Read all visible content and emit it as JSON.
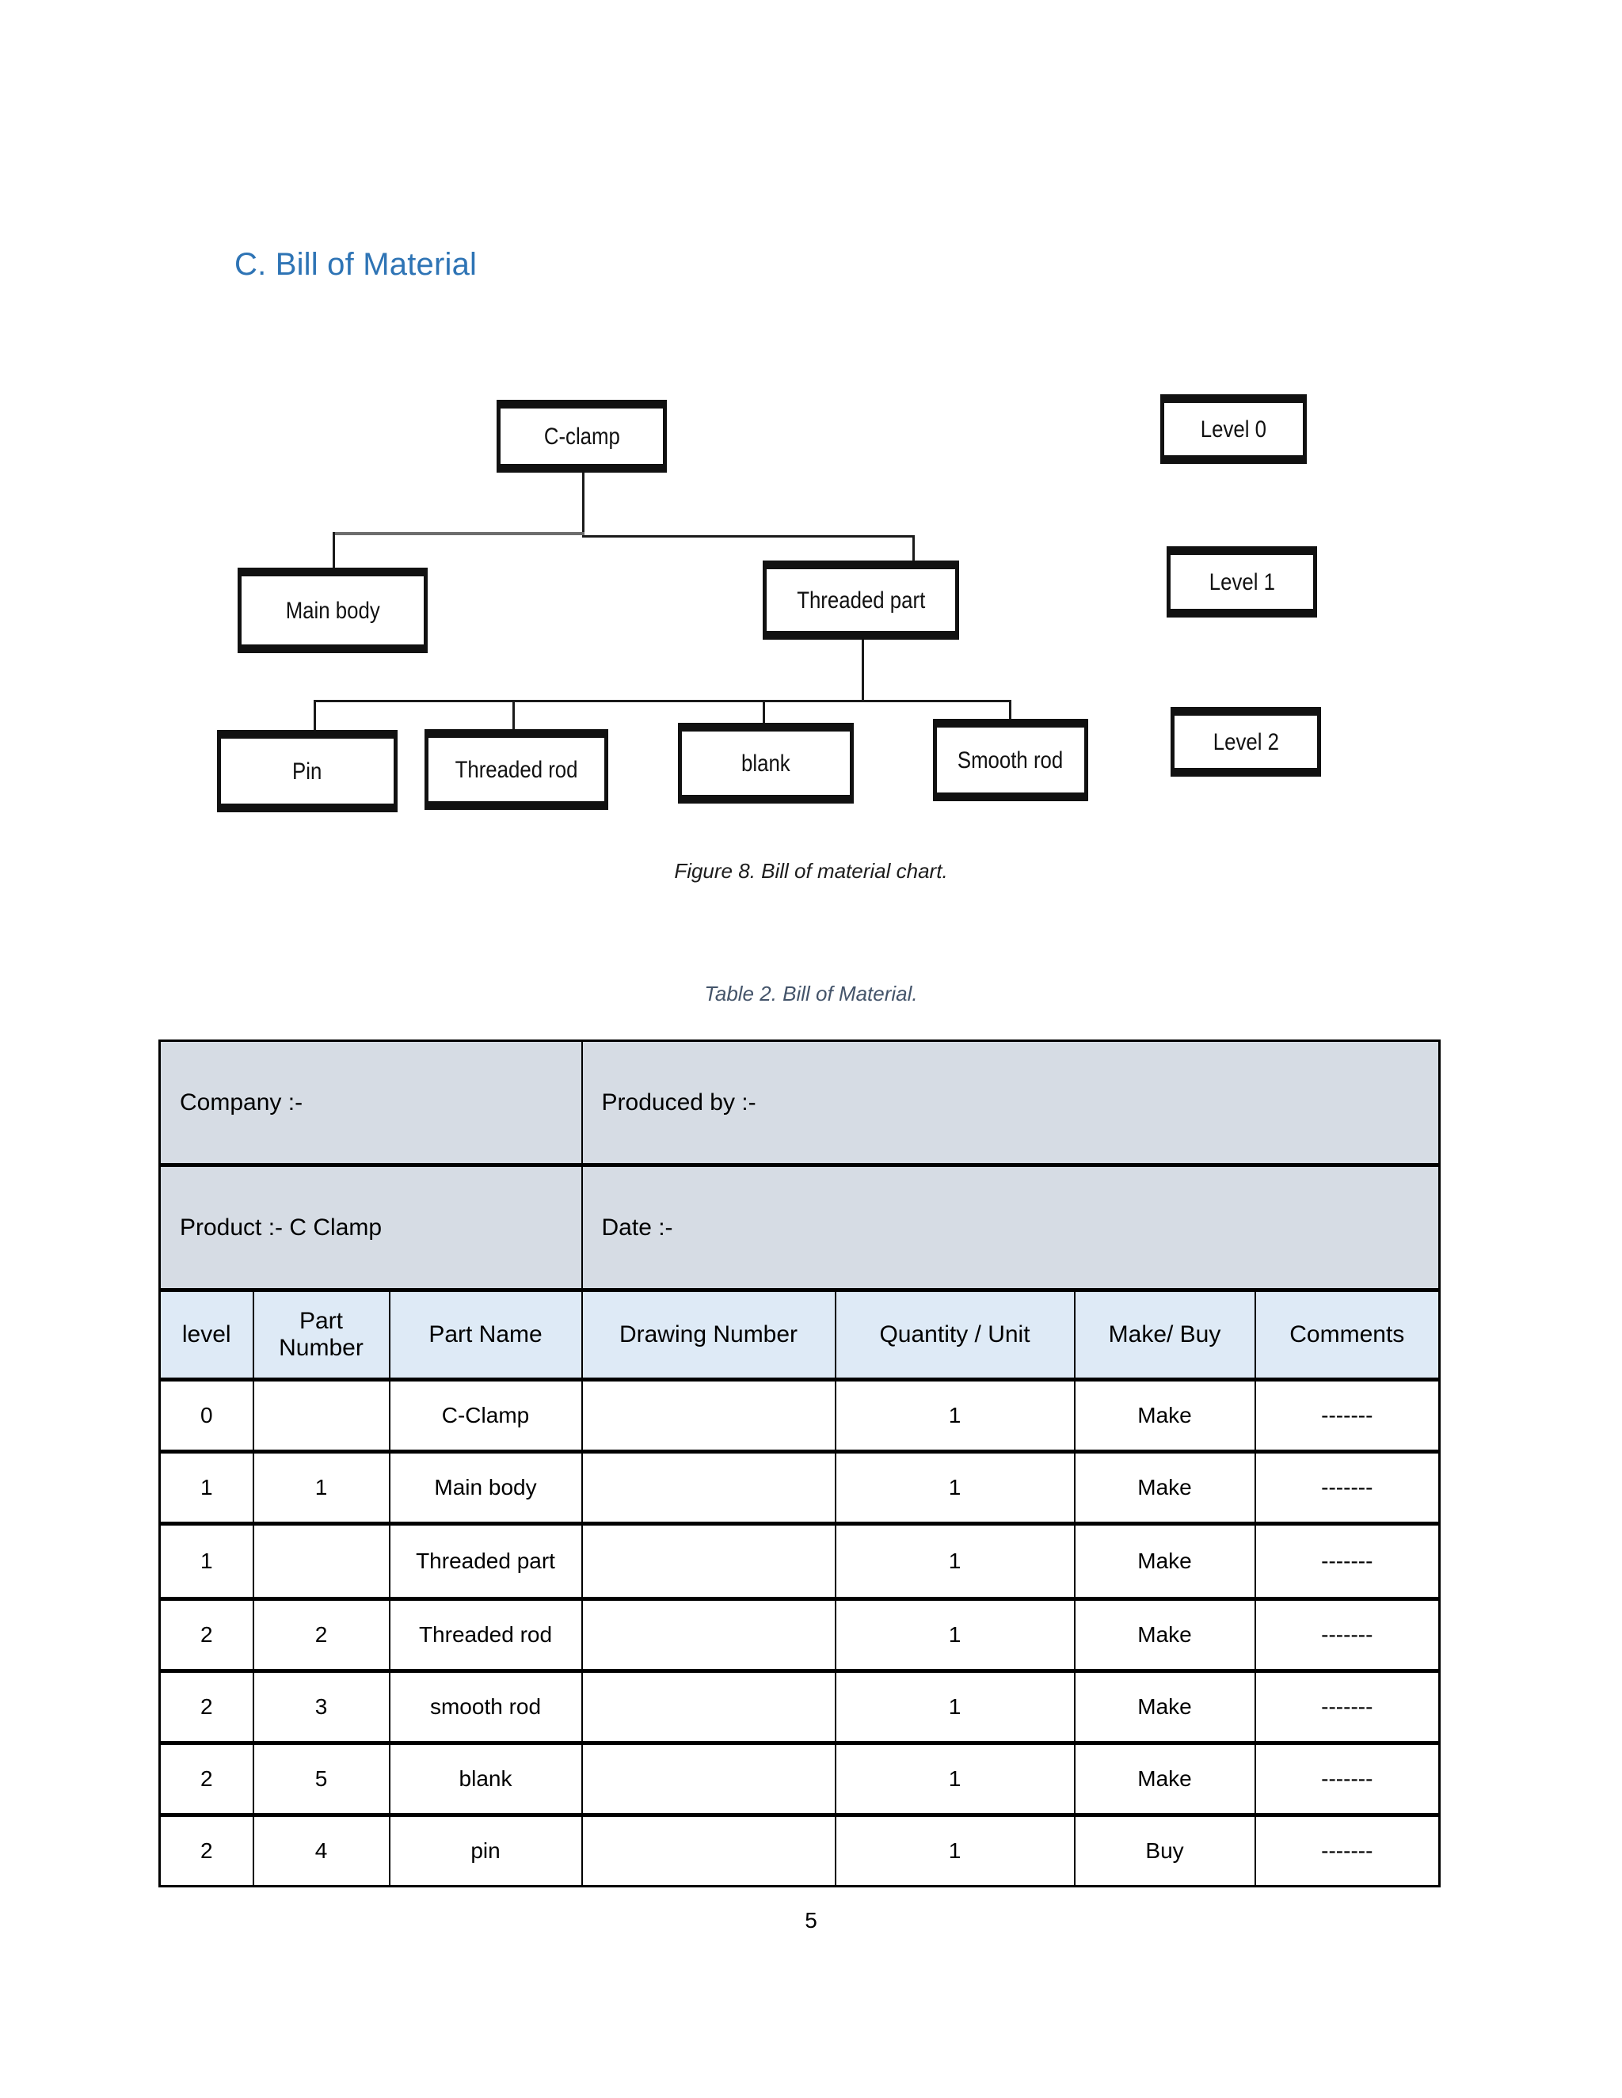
{
  "document": {
    "heading": "C. Bill of Material",
    "page_number": "5",
    "figure_caption": "Figure 8. Bill of material chart.",
    "table_caption": "Table 2. Bill of Material.",
    "colors": {
      "heading_blue": "#2E74B5",
      "caption_slate": "#44546A",
      "table_meta_bg": "#D6DCE4",
      "table_header_bg": "#DEEAF6",
      "border_black": "#000000"
    }
  },
  "diagram": {
    "name": "bill-of-material-chart",
    "nodes": {
      "root": "C-clamp",
      "level1": [
        "Main body",
        "Threaded part"
      ],
      "level2": [
        "Pin",
        "Threaded rod",
        "blank",
        "Smooth rod"
      ]
    },
    "level_labels": [
      "Level 0",
      "Level 1",
      "Level 2"
    ]
  },
  "table": {
    "meta_rows": [
      {
        "left": "Company :-",
        "right": "Produced by :-"
      },
      {
        "left": "Product :- C Clamp",
        "right": "Date :-"
      }
    ],
    "columns": [
      "level",
      "Part Number",
      "Part Name",
      "Drawing Number",
      "Quantity / Unit",
      "Make/ Buy",
      "Comments"
    ],
    "rows": [
      {
        "level": "0",
        "part_number": "",
        "part_name": "C-Clamp",
        "drawing_number": "",
        "quantity": "1",
        "make_buy": "Make",
        "comments": "-------"
      },
      {
        "level": "1",
        "part_number": "1",
        "part_name": "Main body",
        "drawing_number": "",
        "quantity": "1",
        "make_buy": "Make",
        "comments": "-------"
      },
      {
        "level": "1",
        "part_number": "",
        "part_name": "Threaded part",
        "drawing_number": "",
        "quantity": "1",
        "make_buy": "Make",
        "comments": "-------"
      },
      {
        "level": "2",
        "part_number": "2",
        "part_name": "Threaded rod",
        "drawing_number": "",
        "quantity": "1",
        "make_buy": "Make",
        "comments": "-------"
      },
      {
        "level": "2",
        "part_number": "3",
        "part_name": "smooth rod",
        "drawing_number": "",
        "quantity": "1",
        "make_buy": "Make",
        "comments": "-------"
      },
      {
        "level": "2",
        "part_number": "5",
        "part_name": "blank",
        "drawing_number": "",
        "quantity": "1",
        "make_buy": "Make",
        "comments": "-------"
      },
      {
        "level": "2",
        "part_number": "4",
        "part_name": "pin",
        "drawing_number": "",
        "quantity": "1",
        "make_buy": "Buy",
        "comments": "-------"
      }
    ]
  }
}
